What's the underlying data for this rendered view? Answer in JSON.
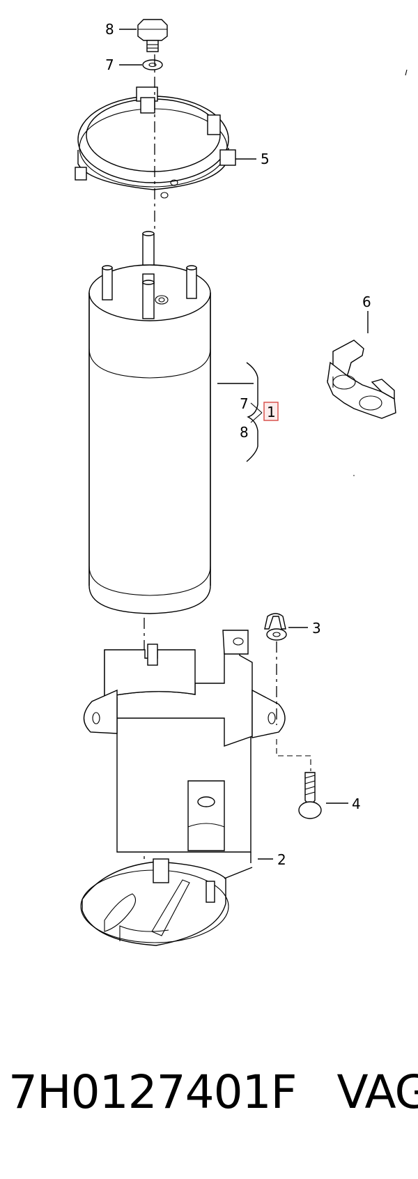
{
  "diagram": {
    "callouts": {
      "c8_top": "8",
      "c7_top": "7",
      "c5": "5",
      "c6": "6",
      "c7_mid": "7",
      "c1": "1",
      "c8_mid": "8",
      "c3": "3",
      "c4": "4",
      "c2": "2"
    },
    "highlight_color": "#d9534f"
  },
  "caption": {
    "part_number": "7H0127401F",
    "brand": "VAG"
  }
}
